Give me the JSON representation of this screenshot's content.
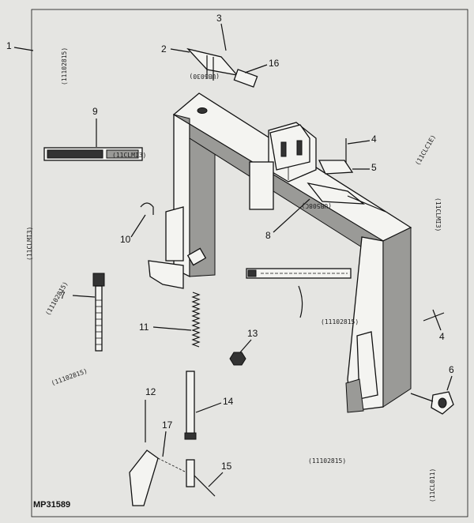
{
  "diagram": {
    "figure_code": "MP31589",
    "assembly_callout": "1",
    "callouts": [
      {
        "id": "c2",
        "label": "2"
      },
      {
        "id": "c3",
        "label": "3"
      },
      {
        "id": "c4",
        "label": "4"
      },
      {
        "id": "c5",
        "label": "5"
      },
      {
        "id": "c6",
        "label": "6"
      },
      {
        "id": "c7",
        "label": "7"
      },
      {
        "id": "c8",
        "label": "8"
      },
      {
        "id": "c9",
        "label": "9"
      },
      {
        "id": "c10",
        "label": "10"
      },
      {
        "id": "c11",
        "label": "11"
      },
      {
        "id": "c12",
        "label": "12"
      },
      {
        "id": "c13",
        "label": "13"
      },
      {
        "id": "c14",
        "label": "14"
      },
      {
        "id": "c15",
        "label": "15"
      },
      {
        "id": "c16",
        "label": "16"
      },
      {
        "id": "c17",
        "label": "17"
      }
    ],
    "reference_notes": [
      {
        "id": "r1",
        "text": "(11102815)"
      },
      {
        "id": "r2",
        "text": "(UB5030)"
      },
      {
        "id": "r3",
        "text": "(11CLMI3)"
      },
      {
        "id": "r4",
        "text": "(UB508C)"
      },
      {
        "id": "r5",
        "text": "(11CLC1E)"
      },
      {
        "id": "r6",
        "text": "(11CLMI3)"
      },
      {
        "id": "r7",
        "text": "(11CLMI3)"
      },
      {
        "id": "r8",
        "text": "(11102815)"
      },
      {
        "id": "r9",
        "text": "(11102815)"
      },
      {
        "id": "r10",
        "text": "(11102815)"
      },
      {
        "id": "r11",
        "text": "(11CL011)"
      }
    ]
  }
}
